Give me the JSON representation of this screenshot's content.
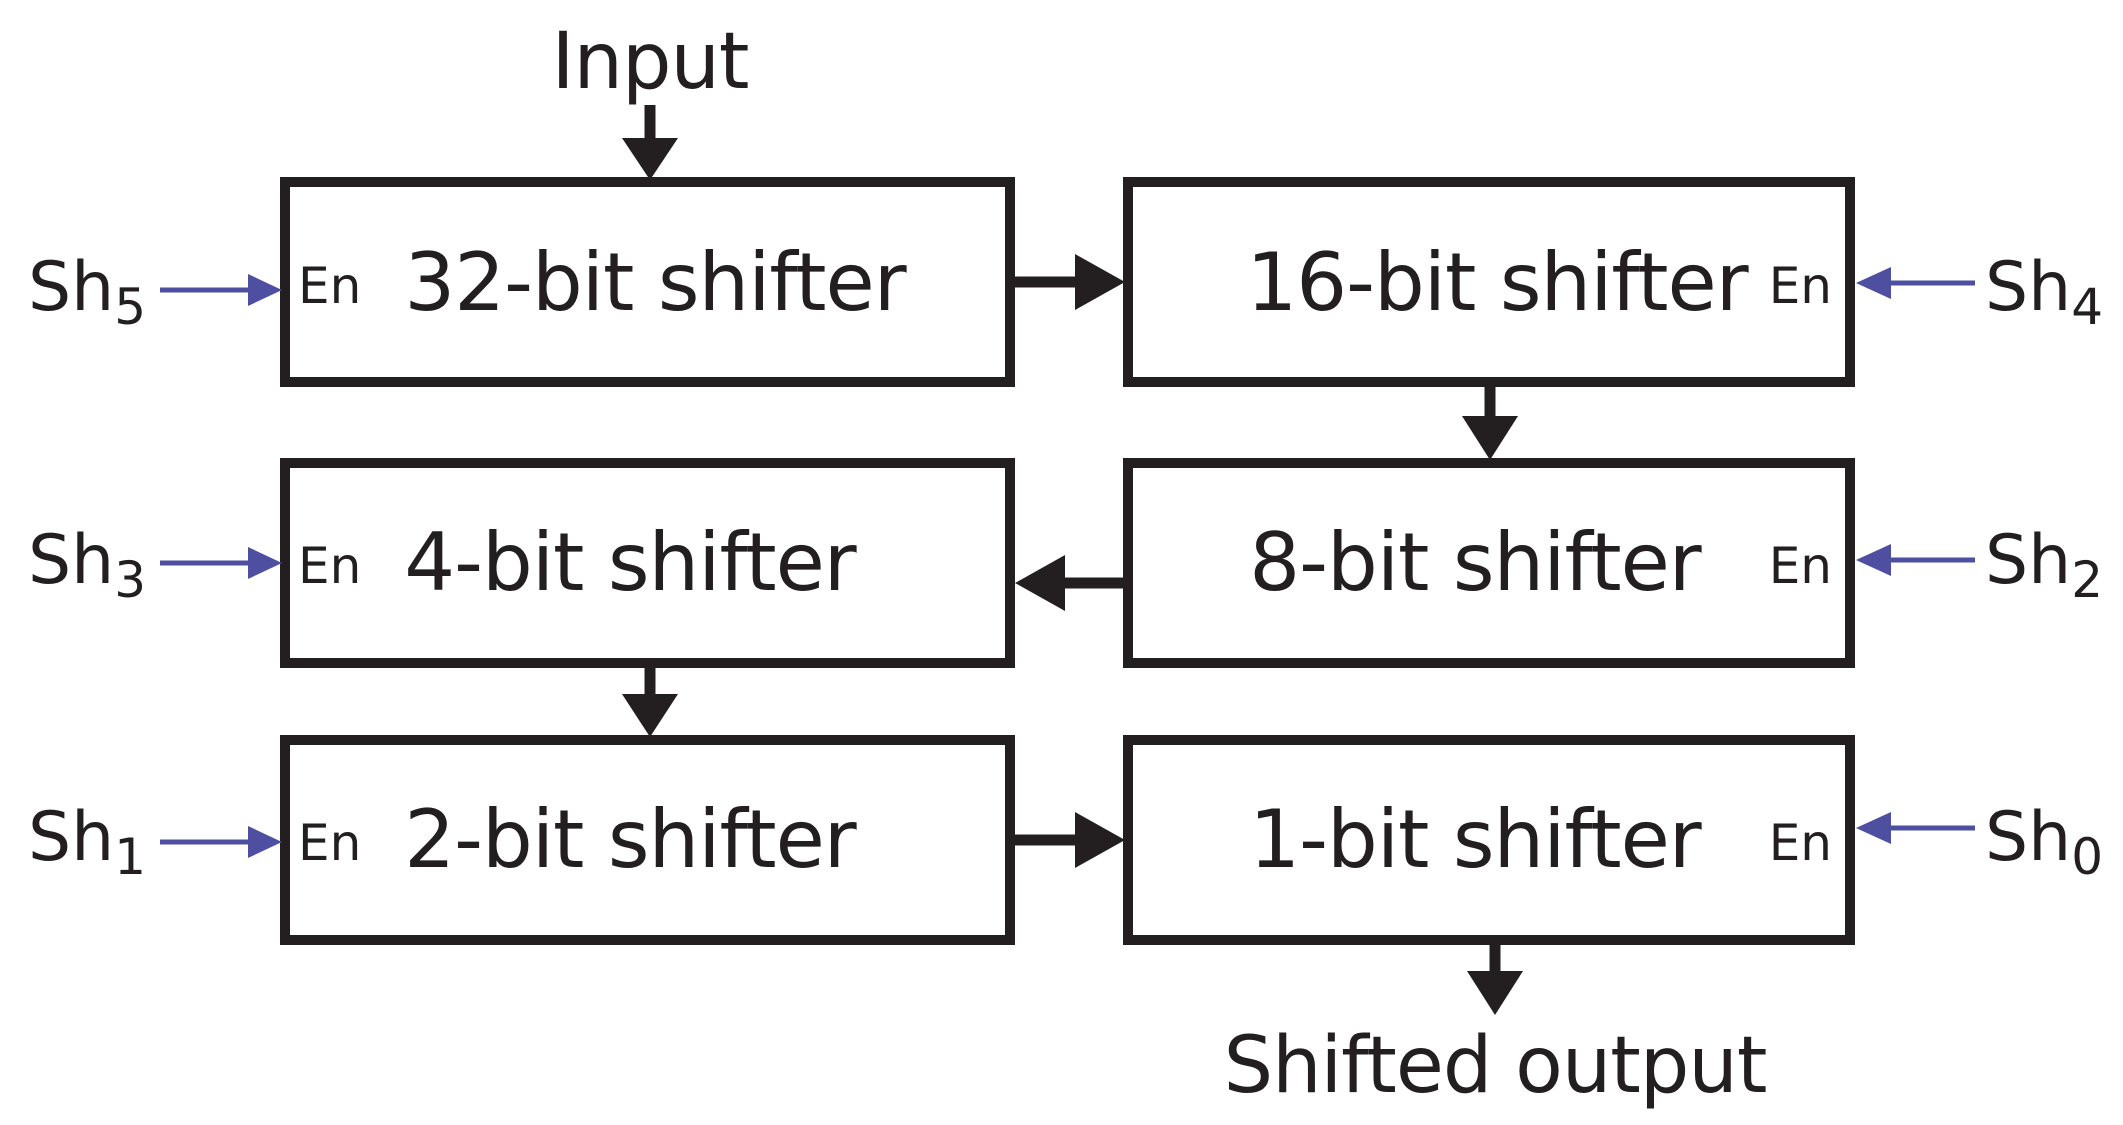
{
  "input_label": "Input",
  "output_label": "Shifted output",
  "colors": {
    "stroke": "#231f20",
    "signal": "#4e4fa0",
    "background": "#ffffff"
  },
  "blocks": [
    {
      "id": "b32",
      "label": "32-bit shifter",
      "enable_label": "En",
      "signal": "Sh",
      "signal_sub": "5"
    },
    {
      "id": "b16",
      "label": "16-bit shifter",
      "enable_label": "En",
      "signal": "Sh",
      "signal_sub": "4"
    },
    {
      "id": "b8",
      "label": "8-bit shifter",
      "enable_label": "En",
      "signal": "Sh",
      "signal_sub": "2"
    },
    {
      "id": "b4",
      "label": "4-bit shifter",
      "enable_label": "En",
      "signal": "Sh",
      "signal_sub": "3"
    },
    {
      "id": "b2",
      "label": "2-bit shifter",
      "enable_label": "En",
      "signal": "Sh",
      "signal_sub": "1"
    },
    {
      "id": "b1",
      "label": "1-bit shifter",
      "enable_label": "En",
      "signal": "Sh",
      "signal_sub": "0"
    }
  ]
}
